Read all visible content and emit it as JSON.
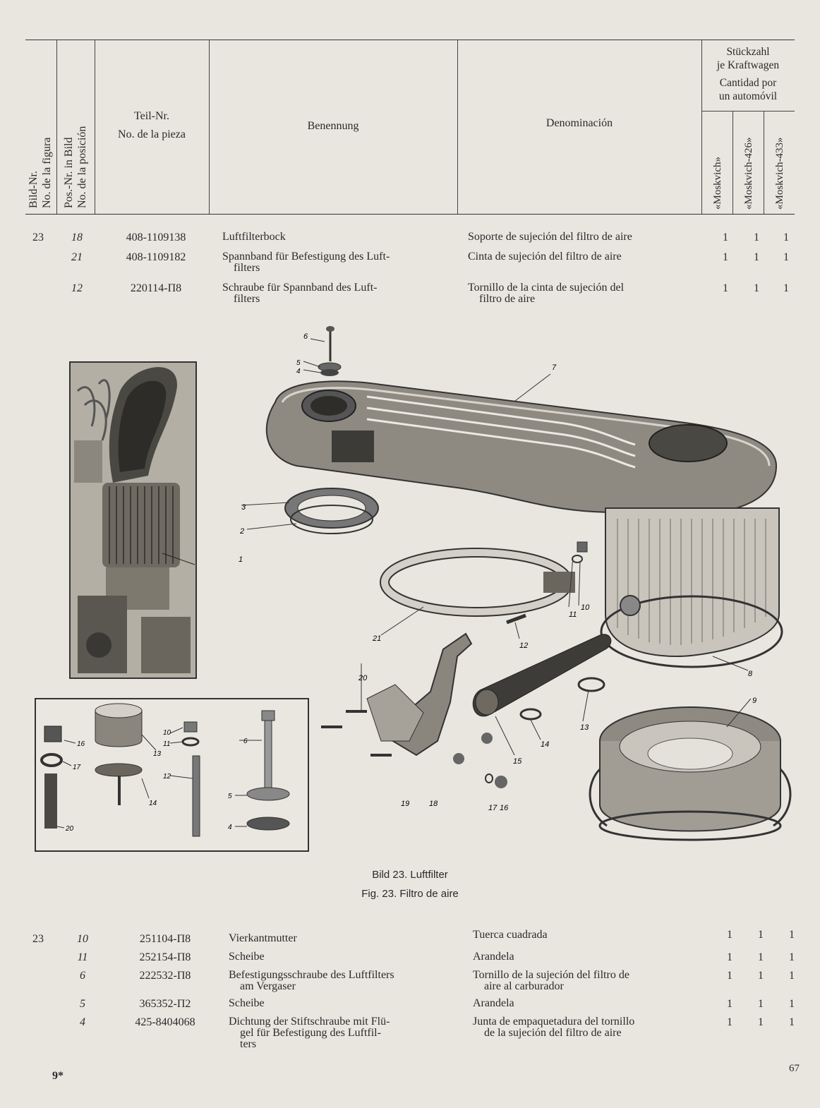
{
  "header": {
    "col_figure": [
      "Bild-Nr.",
      "No. de la figura"
    ],
    "col_position": [
      "Pos.-Nr. in Bild",
      "No. de la posición"
    ],
    "col_part": [
      "Teil-Nr.",
      "No. de la pieza"
    ],
    "col_german": "Benennung",
    "col_spanish": "Denominación",
    "qty": [
      "Stückzahl",
      "je Kraftwagen",
      "Cantidad por",
      "un automóvil"
    ],
    "models": [
      "«Moskvich»",
      "«Moskvich-426»",
      "«Moskvich-433»"
    ]
  },
  "rows_top": [
    {
      "fig": "23",
      "pos": "18",
      "part": "408-1109138",
      "de": [
        "Luftfilterbock"
      ],
      "es": [
        "Soporte de sujeción del filtro de aire"
      ],
      "q": [
        "1",
        "1",
        "1"
      ]
    },
    {
      "fig": "",
      "pos": "21",
      "part": "408-1109182",
      "de": [
        "Spannband für Befestigung des Luft-",
        "filters"
      ],
      "es": [
        "Cinta de sujeción del filtro de aire"
      ],
      "q": [
        "1",
        "1",
        "1"
      ]
    },
    {
      "fig": "",
      "pos": "12",
      "part": "220114-П8",
      "de": [
        "Schraube für Spannband des Luft-",
        "filters"
      ],
      "es": [
        "Tornillo de la cinta de sujeción del",
        "filtro de aire"
      ],
      "q": [
        "1",
        "1",
        "1"
      ]
    }
  ],
  "figure": {
    "caption_de": "Bild 23. Luftfilter",
    "caption_es": "Fig. 23. Filtro de aire",
    "callouts": [
      "1",
      "2",
      "3",
      "4",
      "5",
      "6",
      "7",
      "8",
      "9",
      "10",
      "11",
      "12",
      "13",
      "14",
      "15",
      "16",
      "17",
      "18",
      "19",
      "20",
      "21"
    ]
  },
  "rows_bottom": [
    {
      "fig": "23",
      "pos": "10",
      "part": "251104-П8",
      "de": [
        "Vierkantmutter"
      ],
      "es": [
        "Tuerca cuadrada"
      ],
      "q": [
        "1",
        "1",
        "1"
      ]
    },
    {
      "fig": "",
      "pos": "11",
      "part": "252154-П8",
      "de": [
        "Scheibe"
      ],
      "es": [
        "Arandela"
      ],
      "q": [
        "1",
        "1",
        "1"
      ]
    },
    {
      "fig": "",
      "pos": "6",
      "part": "222532-П8",
      "de": [
        "Befestigungsschraube des Luftfilters",
        "am Vergaser"
      ],
      "es": [
        "Tornillo de la sujeción del filtro de",
        "aire al carburador"
      ],
      "q": [
        "1",
        "1",
        "1"
      ]
    },
    {
      "fig": "",
      "pos": "5",
      "part": "365352-П2",
      "de": [
        "Scheibe"
      ],
      "es": [
        "Arandela"
      ],
      "q": [
        "1",
        "1",
        "1"
      ]
    },
    {
      "fig": "",
      "pos": "4",
      "part": "425-8404068",
      "de": [
        "Dichtung der Stiftschraube mit Flü-",
        "gel für Befestigung des Luftfil-",
        "ters"
      ],
      "es": [
        "Junta de empaquetadura del tornillo",
        "de la sujeción del filtro de aire"
      ],
      "q": [
        "1",
        "1",
        "1"
      ]
    }
  ],
  "footer": {
    "signature": "9*",
    "page_number": "67"
  },
  "colors": {
    "paper": "#e9e6df",
    "ink": "#2a2a2a"
  }
}
